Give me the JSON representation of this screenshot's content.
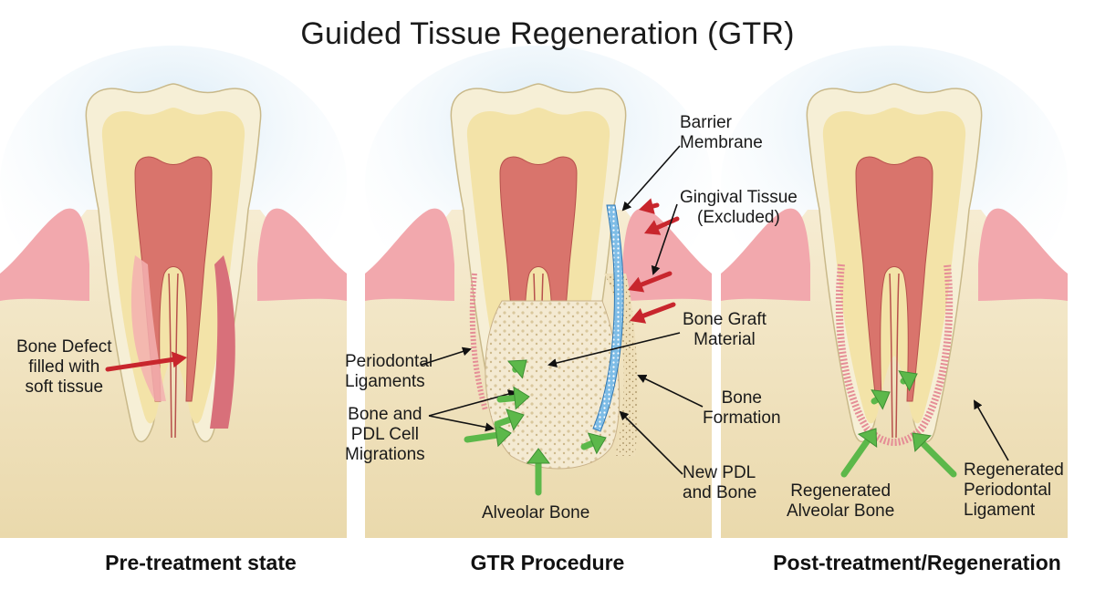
{
  "title": "Guided Tissue Regeneration (GTR)",
  "panels": [
    {
      "caption": "Pre-treatment state",
      "labels": [
        {
          "lines": [
            "Bone Defect",
            "filled with",
            "soft tissue"
          ]
        }
      ]
    },
    {
      "caption": "GTR Procedure",
      "labels": [
        {
          "lines": [
            "Barrier",
            "Membrane"
          ]
        },
        {
          "lines": [
            "Gingival Tissue",
            "(Excluded)"
          ]
        },
        {
          "lines": [
            "Bone Graft",
            "Material"
          ]
        },
        {
          "lines": [
            "Periodontal",
            "Ligaments"
          ]
        },
        {
          "lines": [
            "Bone and",
            "PDL Cell",
            "Migrations"
          ]
        },
        {
          "lines": [
            "Bone",
            "Formation"
          ]
        },
        {
          "lines": [
            "New PDL",
            "and Bone"
          ]
        },
        {
          "lines": [
            "Alveolar Bone"
          ]
        }
      ]
    },
    {
      "caption": "Post-treatment/Regeneration",
      "labels": [
        {
          "lines": [
            "Regenerated",
            "Alveolar Bone"
          ]
        },
        {
          "lines": [
            "Regenerated",
            "Periodontal",
            "Ligament"
          ]
        }
      ]
    }
  ],
  "colors": {
    "enamel": "#f6efd6",
    "dentin": "#f3e3a8",
    "pulp": "#d9746c",
    "gum": "#f2a8ad",
    "bone": "#f1e6c4",
    "membrane": "#5fa9dc",
    "red_arrow": "#c8262d",
    "green_arrow": "#5cb84a",
    "sky": "#d6e9f5"
  }
}
